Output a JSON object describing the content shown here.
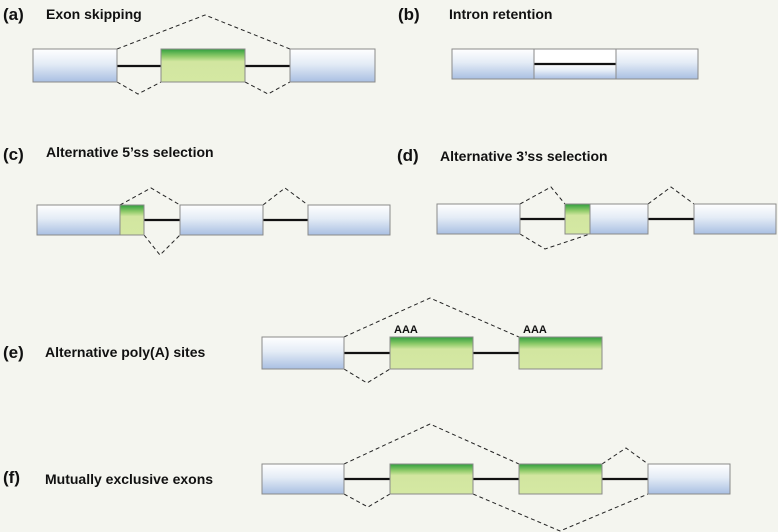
{
  "colors": {
    "background": "#f4f5ef",
    "constitutive_exon": "#b4c8e6",
    "alternative_exon": "#d2e6a0",
    "alternative_exon_top": "#3aa845",
    "intron_line": "#111111",
    "splice_path": "#222222"
  },
  "panels": [
    {
      "letter": "(a)",
      "title": "Exon skipping"
    },
    {
      "letter": "(b)",
      "title": "Intron retention"
    },
    {
      "letter": "(c)",
      "title": "Alternative 5’ss selection"
    },
    {
      "letter": "(d)",
      "title": "Alternative 3’ss selection"
    },
    {
      "letter": "(e)",
      "title": "Alternative poly(A) sites"
    },
    {
      "letter": "(f)",
      "title": "Mutually exclusive exons"
    }
  ],
  "polyA_labels": [
    "AAA",
    "AAA"
  ]
}
